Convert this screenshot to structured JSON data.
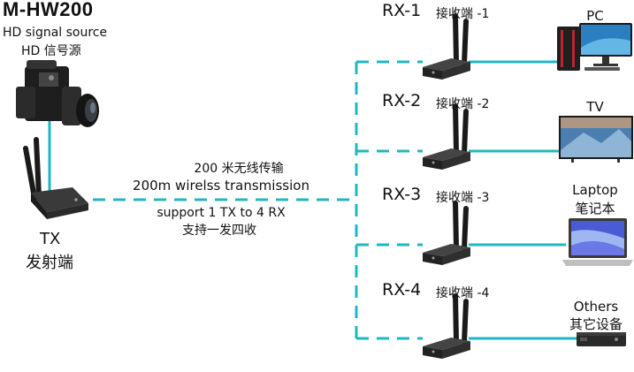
{
  "diagram": {
    "title": "M-HW200",
    "source_line1": "HD signal source",
    "source_line2": "HD 信号源",
    "tx_label_en": "TX",
    "tx_label_cn": "发射端",
    "range_cn": "200 米无线传输",
    "range_en": "200m wirelss transmission",
    "support_en": "support 1 TX to 4 RX",
    "support_cn": "支持一发四收",
    "receivers": [
      {
        "id": "RX-1",
        "cn": "接收端 -1"
      },
      {
        "id": "RX-2",
        "cn": "接收端 -2"
      },
      {
        "id": "RX-3",
        "cn": "接收端 -3"
      },
      {
        "id": "RX-4",
        "cn": "接收端 -4"
      }
    ],
    "devices": [
      {
        "en": "PC",
        "cn": ""
      },
      {
        "en": "TV",
        "cn": ""
      },
      {
        "en": "Laptop",
        "cn": "笔记本"
      },
      {
        "en": "Others",
        "cn": "其它设备"
      }
    ],
    "colors": {
      "link": "#1fb7c4",
      "device_dark": "#2a2a2a",
      "text": "#111111"
    }
  }
}
